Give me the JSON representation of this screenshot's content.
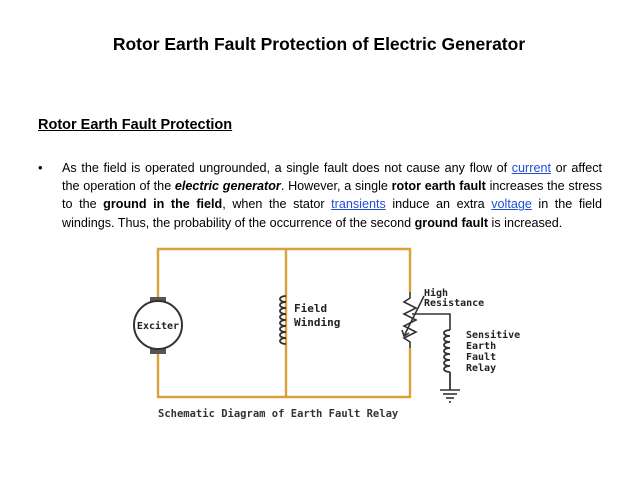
{
  "slide": {
    "title": "Rotor Earth Fault Protection of Electric Generator",
    "subtitle": "Rotor Earth Fault Protection",
    "bullet": "•",
    "paragraph": {
      "t1": "As the field is operated ungrounded, a single fault does not cause any flow of ",
      "link_current": "current",
      "t2": " or affect the operation of the ",
      "b_generator": "electric generator",
      "t3": ". However, a single ",
      "b_rotor": "rotor earth fault",
      "t4": " increases the stress to the ",
      "b_ground_field": "ground in the field",
      "t5": ", when the stator ",
      "link_transients": "transients",
      "t6": " induce an extra ",
      "link_voltage": "voltage",
      "t7": " in the field windings. Thus, the probability of the occurrence of the second ",
      "b_ground_fault": "ground fault",
      "t8": " is increased."
    }
  },
  "diagram": {
    "exciter_label": "Exciter",
    "field_winding_1": "Field",
    "field_winding_2": "Winding",
    "high_resistance_1": "High",
    "high_resistance_2": "Resistance",
    "relay_1": "Sensitive",
    "relay_2": "Earth",
    "relay_3": "Fault",
    "relay_4": "Relay",
    "caption": "Schematic Diagram of Earth Fault Relay",
    "wire_color": "#d9a13a",
    "coil_color": "#333333"
  }
}
